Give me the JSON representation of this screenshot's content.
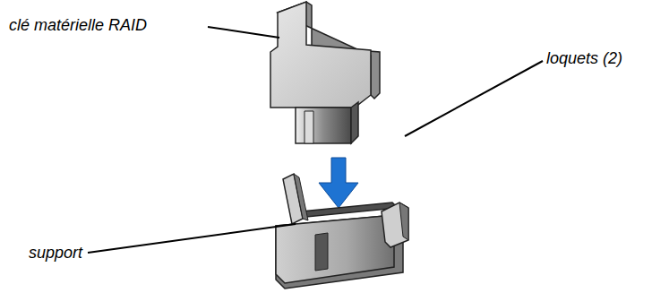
{
  "diagram": {
    "labels": [
      "clé matérielle RAID",
      "loquets (2)",
      "support"
    ]
  }
}
